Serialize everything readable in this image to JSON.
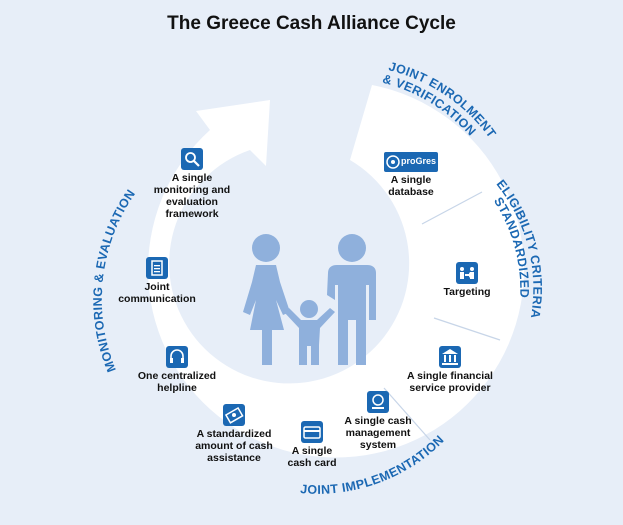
{
  "title": "The Greece Cash Alliance Cycle",
  "phases": {
    "enrolment_line1": "JOINT ENROLMENT",
    "enrolment_line2": "& VERIFICATION",
    "eligibility_line1": "STANDARDIZED",
    "eligibility_line2": "ELIGIBILITY CRITERIA",
    "implementation": "JOINT IMPLEMENTATION",
    "monitoring": "MONITORING & EVALUATION"
  },
  "nodes": {
    "database": {
      "logo": "proGres",
      "line1": "A single",
      "line2": "database",
      "icon": "progres-logo-icon"
    },
    "targeting": {
      "line1": "Targeting",
      "icon": "targeting-icon"
    },
    "financial": {
      "line1": "A single financial",
      "line2": "service provider",
      "icon": "bank-icon"
    },
    "cash_management": {
      "line1": "A single cash",
      "line2": "management",
      "line3": "system",
      "icon": "cash-system-logo-icon"
    },
    "cash_card": {
      "line1": "A single",
      "line2": "cash card",
      "icon": "card-icon"
    },
    "standardized_amount": {
      "line1": "A standardized",
      "line2": "amount of cash",
      "line3": "assistance",
      "icon": "money-icon"
    },
    "helpline": {
      "line1": "One centralized",
      "line2": "helpline",
      "icon": "headset-icon"
    },
    "communication": {
      "line1": "Joint",
      "line2": "communication",
      "icon": "document-icon"
    },
    "monitoring": {
      "line1": "A single",
      "line2": "monitoring and",
      "line3": "evaluation",
      "line4": "framework",
      "icon": "magnifier-icon"
    }
  },
  "colors": {
    "accent": "#1b68b3",
    "figures": "#8fb0dc",
    "ring": "#ffffff",
    "background": "#e7eef8"
  }
}
